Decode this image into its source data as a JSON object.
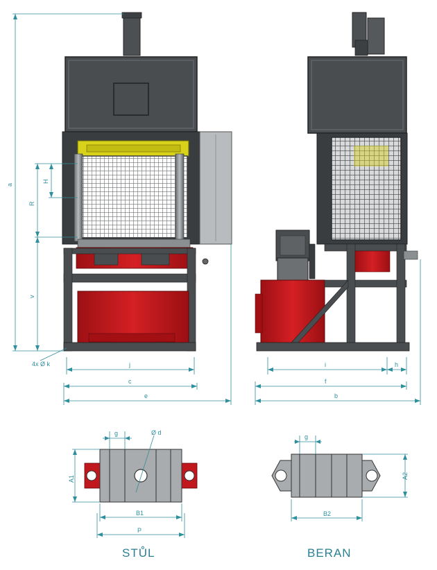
{
  "colors": {
    "dimension": "#2f8f9d",
    "frame": "#3a3d40",
    "steel": "#5b5f63",
    "hood": "#4a4d50",
    "red": "#c0181c",
    "yellow": "#d9d21a",
    "grey_panel": "#b9bcbe",
    "die_grey": "#a9acae"
  },
  "front_view": {
    "dims": {
      "a": "a",
      "H": "H",
      "R": "R",
      "v": "v",
      "k": "4x Ø k",
      "j": "j",
      "c": "c",
      "e": "e"
    }
  },
  "side_view": {
    "dims": {
      "i": "i",
      "h": "h",
      "f": "f",
      "b": "b"
    }
  },
  "table_view": {
    "caption": "STŮL",
    "dims": {
      "g": "g",
      "d": "Ø d",
      "A1": "A1",
      "B1": "B1",
      "P": "P"
    }
  },
  "ram_view": {
    "caption": "BERAN",
    "dims": {
      "g": "g",
      "A2": "A2",
      "B2": "B2"
    }
  },
  "icons": [
    "hydraulic-motor-icon",
    "cylinder-icon",
    "grille-icon"
  ]
}
